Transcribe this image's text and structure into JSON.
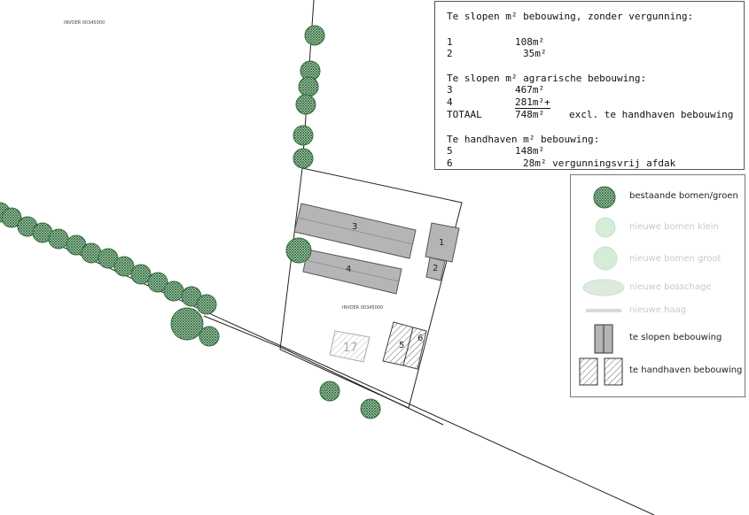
{
  "map": {
    "small_label": "INVOER 00345000",
    "buildings": {
      "b1": "1",
      "b2": "2",
      "b3": "3",
      "b4": "4",
      "b5": "5",
      "b6": "6",
      "b17": "17"
    }
  },
  "info": {
    "heading1": "Te slopen m² bebouwing, zonder vergunning:",
    "row1_id": "1",
    "row1_val": "108m²",
    "row2_id": "2",
    "row2_val": "35m²",
    "heading2": "Te slopen m² agrarische bebouwing:",
    "row3_id": "3",
    "row3_val": "467m²",
    "row4_id": "4",
    "row4_val": "281m²+",
    "total_label": "TOTAAL",
    "total_val": "748m²",
    "total_note": "excl. te handhaven bebouwing",
    "heading3": "Te handhaven m² bebouwing:",
    "row5_id": "5",
    "row5_val": "148m²",
    "row6_id": "6",
    "row6_val": "28m² vergunningsvrij afdak"
  },
  "legend": {
    "items": [
      {
        "label": "bestaande bomen/groen"
      },
      {
        "label": "nieuwe bomen klein"
      },
      {
        "label": "nieuwe bomen groot"
      },
      {
        "label": "nieuwe bosschage"
      },
      {
        "label": "nieuwe haag"
      },
      {
        "label": "te slopen bebouwing"
      },
      {
        "label": "te handhaven bebouwing"
      }
    ]
  },
  "colors": {
    "tree_existing": "#2e6b3a",
    "tree_new": "#d4ecd8",
    "demolish_fill": "#b5b5b5",
    "keep_hatch": "#555555"
  }
}
